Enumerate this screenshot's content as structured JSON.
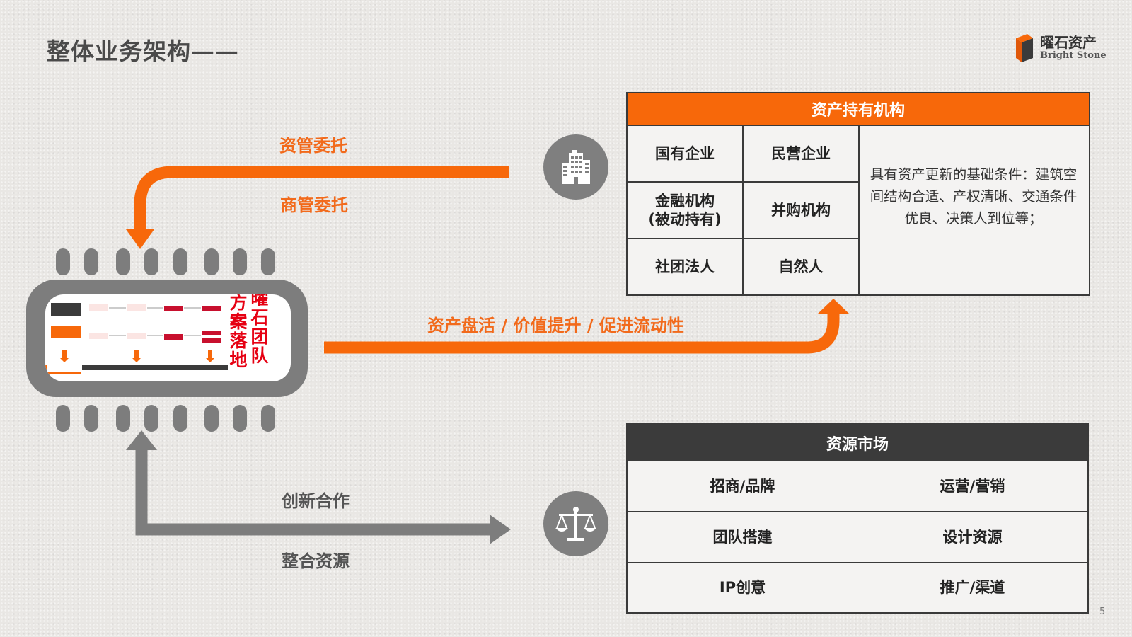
{
  "title": "整体业务架构——",
  "logo": {
    "cn": "曜石资产",
    "en": "Bright Stone"
  },
  "flows": {
    "asset_mgmt": "资管委托",
    "commercial_mgmt": "商管委托",
    "revitalize": "资产盘活 / 价值提升 / 促进流动性",
    "innovation": "创新合作",
    "integration": "整合资源"
  },
  "chip": {
    "team_col1": [
      "方",
      "案",
      "落",
      "地"
    ],
    "team_col2": [
      "曜",
      "石",
      "团",
      "队"
    ]
  },
  "icons": {
    "top": "building-icon",
    "bottom": "scale-icon"
  },
  "holders": {
    "header": "资产持有机构",
    "cells": [
      "国有企业",
      "民营企业",
      "金融机构\n(被动持有)",
      "并购机构",
      "社团法人",
      "自然人"
    ],
    "description": "具有资产更新的基础条件：建筑空间结构合适、产权清晰、交通条件优良、决策人到位等；"
  },
  "market": {
    "header": "资源市场",
    "cells": [
      "招商/品牌",
      "运营/营销",
      "团队搭建",
      "设计资源",
      "IP创意",
      "推广/渠道"
    ]
  },
  "page_number": "5",
  "colors": {
    "orange": "#f7680a",
    "grey": "#7f7f7f",
    "dark": "#3b3b3b"
  }
}
